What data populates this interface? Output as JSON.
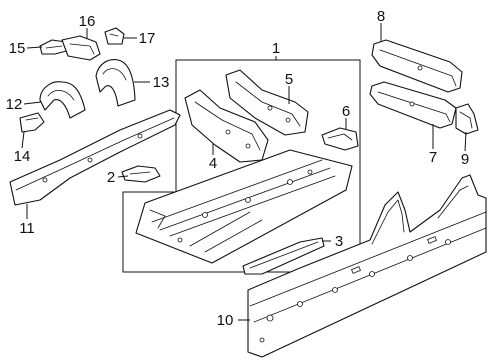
{
  "callout_labels": [
    "1",
    "2",
    "3",
    "4",
    "5",
    "6",
    "7",
    "8",
    "9",
    "10",
    "11",
    "12",
    "13",
    "14",
    "15",
    "16",
    "17"
  ],
  "line_color": "#111111",
  "background_color": "#ffffff"
}
